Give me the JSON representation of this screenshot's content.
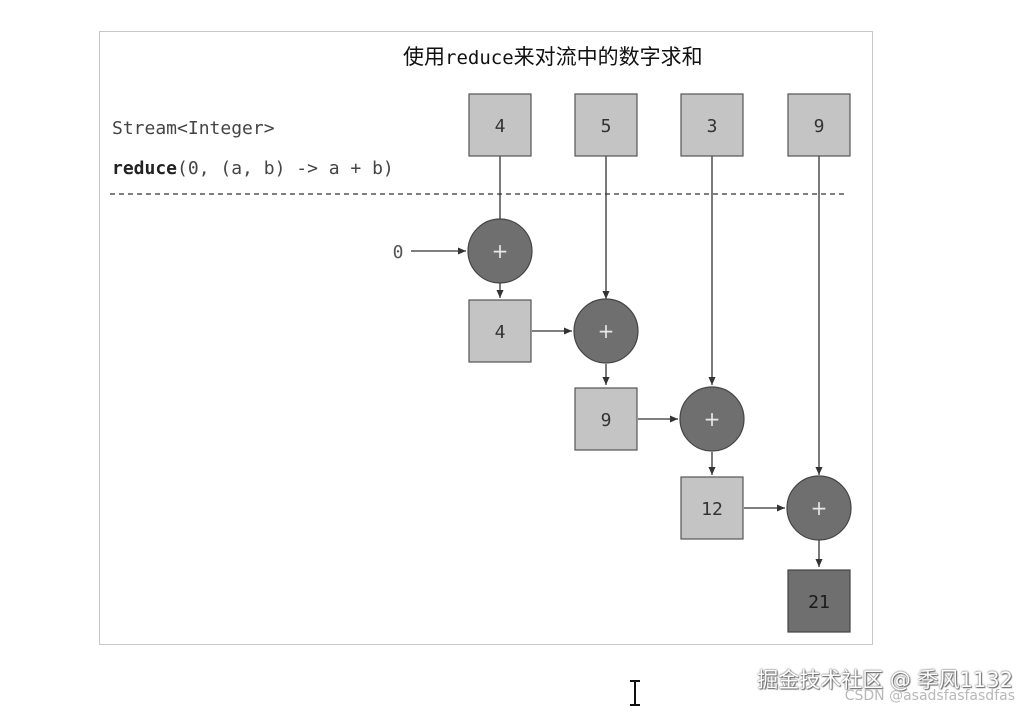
{
  "title_prefix": "使用",
  "title_code": "reduce",
  "title_suffix": "来对流中的数字求和",
  "stream_label": "Stream<Integer>",
  "reduce_keyword": "reduce",
  "reduce_args": "(0, (a, b) -> a + b)",
  "initial_value": "0",
  "operator": "+",
  "stream_values": [
    "4",
    "5",
    "3",
    "9"
  ],
  "intermediate_results": [
    "4",
    "9",
    "12"
  ],
  "final_result": "21",
  "colors": {
    "input_box": "#c4c4c4",
    "operator_circle": "#6f6f6f",
    "result_box": "#6f6f6f",
    "line": "#333333",
    "dashed_line": "#555555"
  },
  "watermark": {
    "primary": "掘金技术社区 @ 季风1132",
    "secondary": "CSDN @asadsfasfasdfas"
  },
  "icons": {
    "cursor": "text-cursor-icon"
  }
}
